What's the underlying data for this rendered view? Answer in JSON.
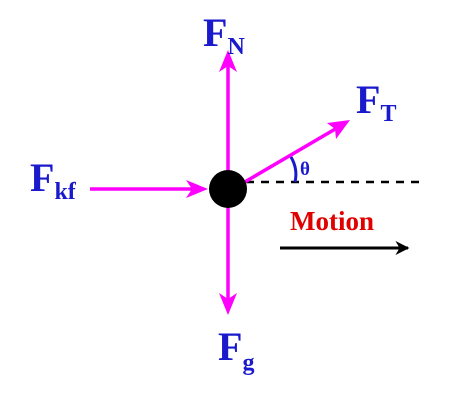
{
  "colors": {
    "vector": "#ff00ff",
    "label": "#1a1acc",
    "motion": "#e00000",
    "body": "#000000",
    "reference_line": "#000000"
  },
  "forces": {
    "normal": {
      "symbol": "F",
      "subscript": "N"
    },
    "gravity": {
      "symbol": "F",
      "subscript": "g"
    },
    "friction": {
      "symbol": "F",
      "subscript": "kf"
    },
    "tension": {
      "symbol": "F",
      "subscript": "T"
    }
  },
  "angle": {
    "symbol": "θ"
  },
  "motion": {
    "label": "Motion"
  }
}
